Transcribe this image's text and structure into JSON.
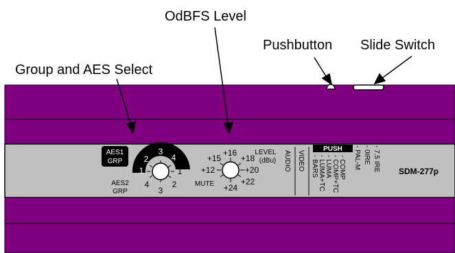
{
  "callouts": {
    "level": "OdBFS Level",
    "pushbutton": "Pushbutton",
    "slide_switch": "Slide Switch",
    "group_aes": "Group and AES Select"
  },
  "group_knob": {
    "top_label_line1": "AES1",
    "top_label_line2": "GRP",
    "bottom_label_line1": "AES2",
    "bottom_label_line2": "GRP",
    "arc_numbers": [
      "1",
      "2",
      "3",
      "4"
    ],
    "outer_numbers": [
      "1",
      "2",
      "3",
      "4"
    ]
  },
  "level_knob": {
    "title_line1": "LEVEL",
    "title_line2": "(dBu)",
    "mute": "MUTE",
    "ticks": [
      "+12",
      "+15",
      "+16",
      "+18",
      "+20",
      "+22",
      "+24"
    ]
  },
  "switch_area": {
    "audio": "AUDIO",
    "video": "VIDEO",
    "push": "PUSH",
    "options_left": [
      "- BARS",
      "- LUMA+TC",
      "- LUMA",
      "- COMP+TC",
      "- COMP"
    ],
    "options_right": [
      "- PAL-M",
      "- 0IRE",
      "- 7.5 IRE"
    ]
  },
  "model": "SDM-277p",
  "colors": {
    "chassis": "#800080",
    "panel": "#c0c0c0",
    "outline": "#000000"
  }
}
